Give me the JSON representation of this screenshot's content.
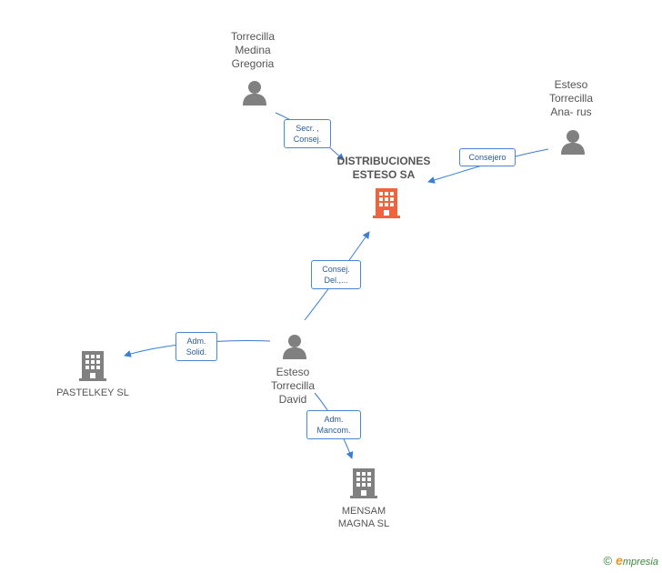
{
  "nodes": {
    "main": {
      "lines": [
        "DISTRIBUCIONES",
        "ESTESO SA"
      ],
      "color": "#f0633c"
    },
    "torrecilla_medina": {
      "lines": [
        "Torrecilla",
        "Medina",
        "Gregoria"
      ]
    },
    "esteso_ana": {
      "lines": [
        "Esteso",
        "Torrecilla",
        "Ana- rus"
      ]
    },
    "esteso_david": {
      "lines": [
        "Esteso",
        "Torrecilla",
        "David"
      ]
    },
    "pastelkey": {
      "lines": [
        "PASTELKEY SL"
      ]
    },
    "mensam": {
      "lines": [
        "MENSAM",
        "MAGNA SL"
      ]
    }
  },
  "edges": {
    "medina_main": {
      "lines": [
        "Secr. ,",
        "Consej."
      ]
    },
    "ana_main": {
      "lines": [
        "Consejero"
      ]
    },
    "david_main": {
      "lines": [
        "Consej.",
        "Del.,..."
      ]
    },
    "david_pastelkey": {
      "lines": [
        "Adm.",
        "Solid."
      ]
    },
    "david_mensam": {
      "lines": [
        "Adm.",
        "Mancom."
      ]
    }
  },
  "colors": {
    "person": "#808080",
    "company": "#808080",
    "edge": "#3a7fd5",
    "accent": "#f0633c"
  },
  "brand": {
    "copyright": "©",
    "e": "e",
    "name": "mpresia"
  }
}
